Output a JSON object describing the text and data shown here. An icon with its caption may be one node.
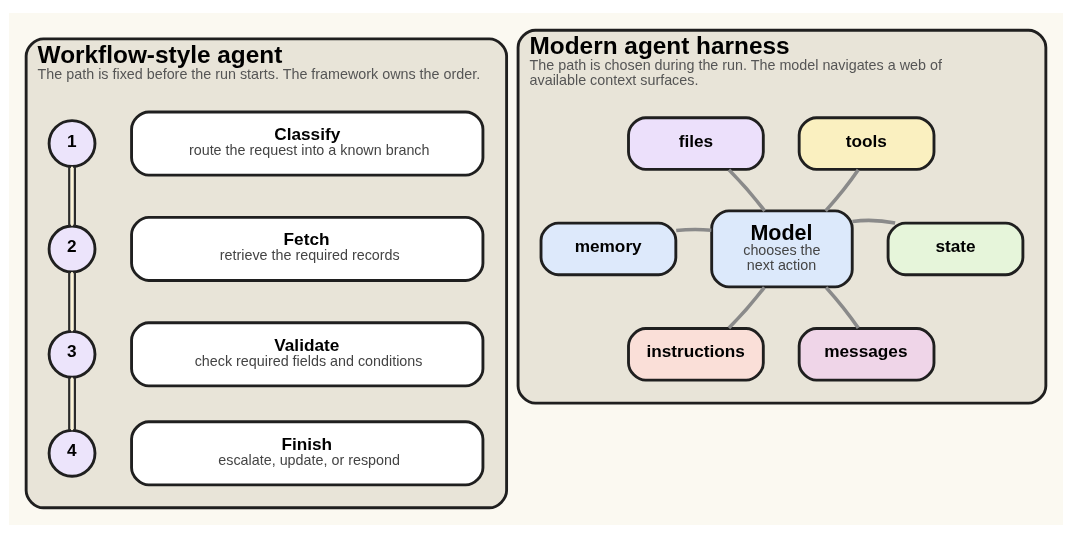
{
  "diagram": {
    "nodes": [
      {
        "text": [
          "Workflow-style agent",
          "The path is fixed before the run starts. The framework owns the order."
        ]
      },
      {
        "text": [
          "1"
        ],
        "in": 0
      },
      {
        "text": [
          "Classify",
          "route the request into a known branch"
        ],
        "in": 0
      },
      {
        "text": [
          "2"
        ],
        "in": 0
      },
      {
        "text": [
          "Fetch",
          "retrieve the required records"
        ],
        "in": 0
      },
      {
        "text": [
          "3"
        ],
        "in": 0
      },
      {
        "text": [
          "Validate",
          "check required fields and conditions"
        ],
        "in": 0
      },
      {
        "text": [
          "4"
        ],
        "in": 0
      },
      {
        "text": [
          "Finish",
          "escalate, update, or respond"
        ],
        "in": 0
      },
      {
        "text": [
          "Modern agent harness",
          "The path is chosen during the run. The model navigates a web of available context surfaces."
        ]
      },
      {
        "text": [
          "tools"
        ],
        "in": 9
      },
      {
        "text": [
          "files"
        ],
        "in": 9
      },
      {
        "text": [
          "memory"
        ],
        "in": 9
      },
      {
        "text": [
          "Model",
          "chooses the next action"
        ],
        "in": 9
      },
      {
        "text": [
          "state"
        ],
        "in": 9
      },
      {
        "text": [
          "instructions"
        ],
        "in": 9
      },
      {
        "text": [
          "messages"
        ],
        "in": 9
      }
    ],
    "edges": [
      {
        "from": 1,
        "to": 3,
        "arrow": "none",
        "color": "#2b2b2b"
      },
      {
        "from": 3,
        "to": 5,
        "arrow": "none",
        "color": "#2b2b2b"
      },
      {
        "from": 5,
        "to": 7,
        "arrow": "none",
        "color": "#2b2b2b"
      },
      {
        "from": 13,
        "to": 10,
        "arrow": "none"
      },
      {
        "from": 13,
        "to": 11,
        "arrow": "none"
      },
      {
        "from": 13,
        "to": 12,
        "arrow": "none"
      },
      {
        "from": 13,
        "to": 14,
        "arrow": "none"
      },
      {
        "from": 13,
        "to": 15,
        "arrow": "none"
      },
      {
        "from": 13,
        "to": 16,
        "arrow": "none"
      }
    ]
  }
}
